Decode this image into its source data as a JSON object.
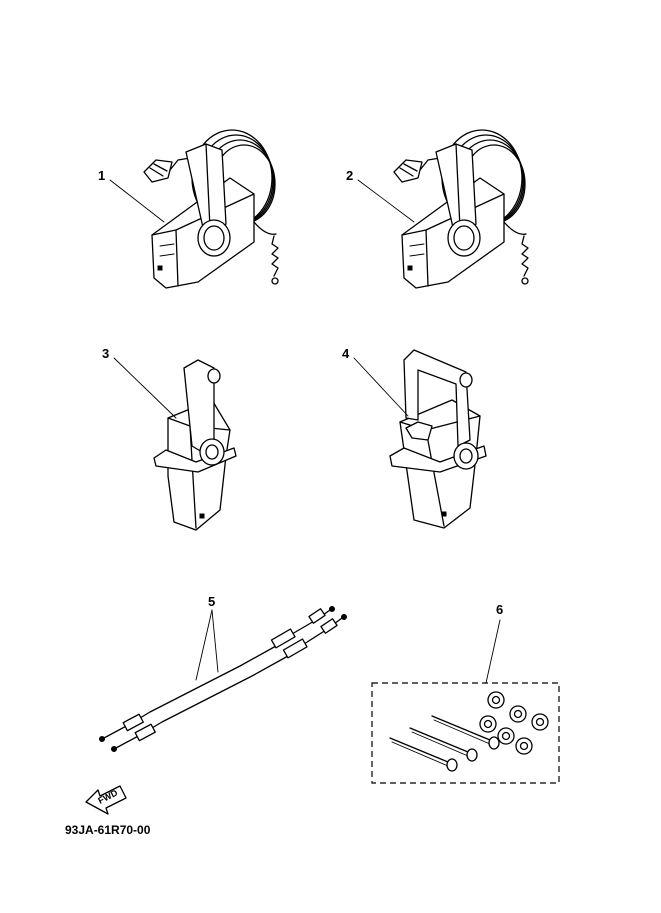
{
  "diagram": {
    "parts": [
      {
        "callout": "1",
        "icon": "side-mount-remote-control-icon"
      },
      {
        "callout": "2",
        "icon": "side-mount-remote-control-icon"
      },
      {
        "callout": "3",
        "icon": "single-lever-binnacle-control-icon"
      },
      {
        "callout": "4",
        "icon": "binnacle-control-with-handle-icon"
      },
      {
        "callout": "5",
        "icon": "control-cable-pair-icon"
      },
      {
        "callout": "6",
        "icon": "bolt-and-nut-kit-icon"
      }
    ],
    "direction_arrow": "FWD",
    "drawing_code": "93JA-61R70-00"
  }
}
